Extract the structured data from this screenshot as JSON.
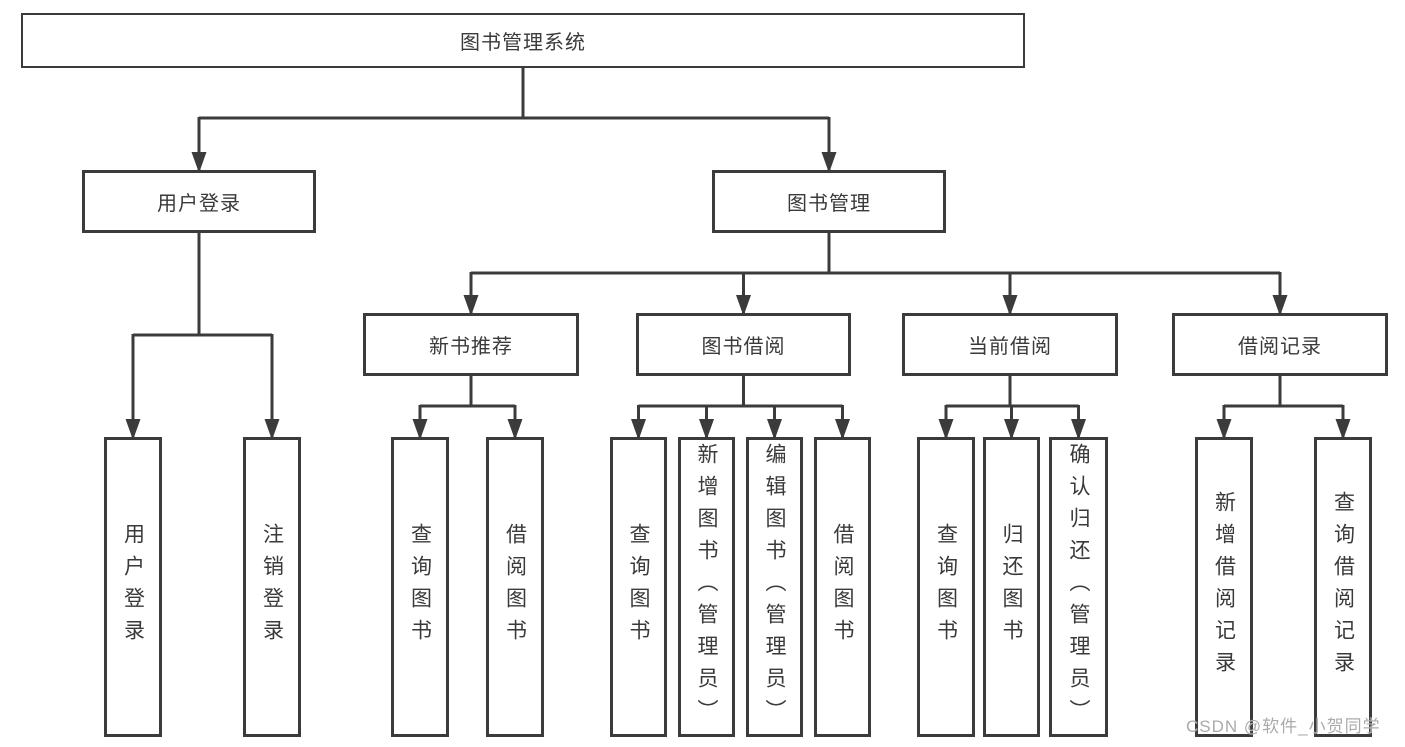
{
  "diagram": {
    "type": "tree",
    "title": "图书管理系统",
    "nodes": {
      "root": {
        "label": "图书管理系统"
      },
      "user_login": {
        "label": "用户登录"
      },
      "book_management": {
        "label": "图书管理"
      },
      "new_book_recommend": {
        "label": "新书推荐"
      },
      "book_borrowing": {
        "label": "图书借阅"
      },
      "current_borrowing": {
        "label": "当前借阅"
      },
      "borrowing_records": {
        "label": "借阅记录"
      },
      "leaf_user_login": {
        "label": "用户登录"
      },
      "leaf_logout": {
        "label": "注销登录"
      },
      "leaf_query_books_1": {
        "label": "查询图书"
      },
      "leaf_borrow_books_1": {
        "label": "借阅图书"
      },
      "leaf_query_books_2": {
        "label": "查询图书"
      },
      "leaf_add_books_admin": {
        "label": "新增图书（管理员）"
      },
      "leaf_edit_books_admin": {
        "label": "编辑图书（管理员）"
      },
      "leaf_borrow_books_2": {
        "label": "借阅图书"
      },
      "leaf_query_books_3": {
        "label": "查询图书"
      },
      "leaf_return_books": {
        "label": "归还图书"
      },
      "leaf_confirm_return_admin": {
        "label": "确认归还（管理员）"
      },
      "leaf_add_borrow_record": {
        "label": "新增借阅记录"
      },
      "leaf_query_borrow_record": {
        "label": "查询借阅记录"
      }
    },
    "hierarchy": {
      "图书管理系统": [
        "用户登录",
        "图书管理"
      ],
      "用户登录": [
        "用户登录",
        "注销登录"
      ],
      "图书管理": [
        "新书推荐",
        "图书借阅",
        "当前借阅",
        "借阅记录"
      ],
      "新书推荐": [
        "查询图书",
        "借阅图书"
      ],
      "图书借阅": [
        "查询图书",
        "新增图书（管理员）",
        "编辑图书（管理员）",
        "借阅图书"
      ],
      "当前借阅": [
        "查询图书",
        "归还图书",
        "确认归还（管理员）"
      ],
      "借阅记录": [
        "新增借阅记录",
        "查询借阅记录"
      ]
    },
    "colors": {
      "line": "#3b3b3b",
      "text": "#3a3a3a",
      "background": "#ffffff",
      "watermark": "#ababab"
    }
  },
  "watermark": "CSDN @软件_小贺同学"
}
